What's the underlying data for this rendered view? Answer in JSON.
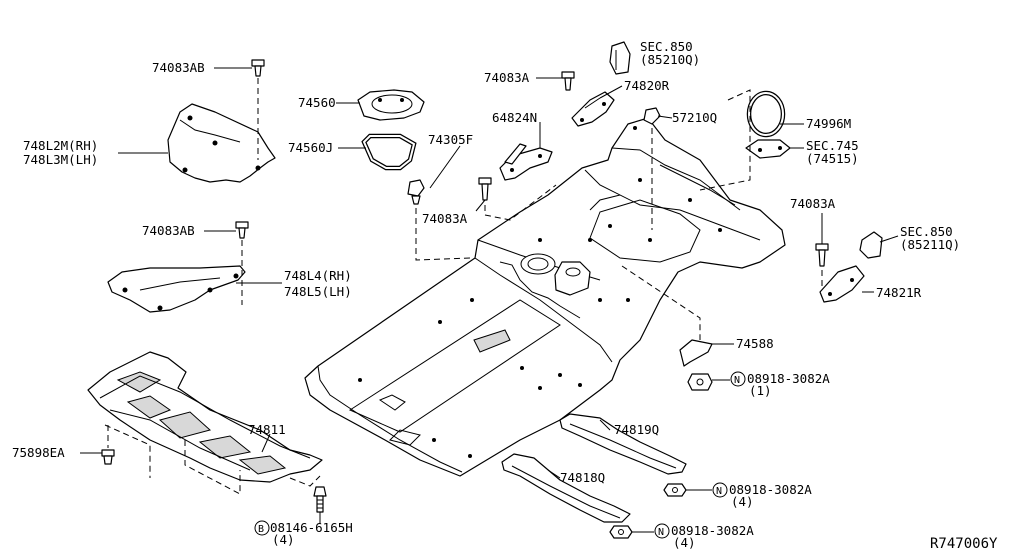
{
  "diagram_id": "R747006Y",
  "labels": {
    "l74083AB_1": "74083AB",
    "l74560": "74560",
    "l74560J": "74560J",
    "l748L2M": "748L2M(RH)",
    "l748L3M": "748L3M(LH)",
    "l74083AB_2": "74083AB",
    "l748L4": "748L4(RH)",
    "l748L5": "748L5(LH)",
    "l75898EA": "75898EA",
    "l74811": "74811",
    "l08146": "08146-6165H",
    "l08146q": "(4)",
    "l74083A_1": "74083A",
    "l64824N": "64824N",
    "l74305F": "74305F",
    "l74083A_2": "74083A",
    "lSEC850a": "SEC.850",
    "lSEC850a_sub": "(85210Q)",
    "l74820R": "74820R",
    "l57210Q": "57210Q",
    "l74996M": "74996M",
    "lSEC745": "SEC.745",
    "lSEC745_sub": "(74515)",
    "l74083A_3": "74083A",
    "lSEC850b": "SEC.850",
    "lSEC850b_sub": "(85211Q)",
    "l74821R": "74821R",
    "l74588": "74588",
    "l08918a": "08918-3082A",
    "l08918a_q": "(1)",
    "l74819Q": "74819Q",
    "l08918b": "08918-3082A",
    "l08918b_q": "(4)",
    "l74818Q": "74818Q",
    "l08918c": "08918-3082A",
    "l08918c_q": "(4)"
  },
  "symbols": {
    "nut_symbol": "N",
    "bolt_symbol": "B"
  }
}
